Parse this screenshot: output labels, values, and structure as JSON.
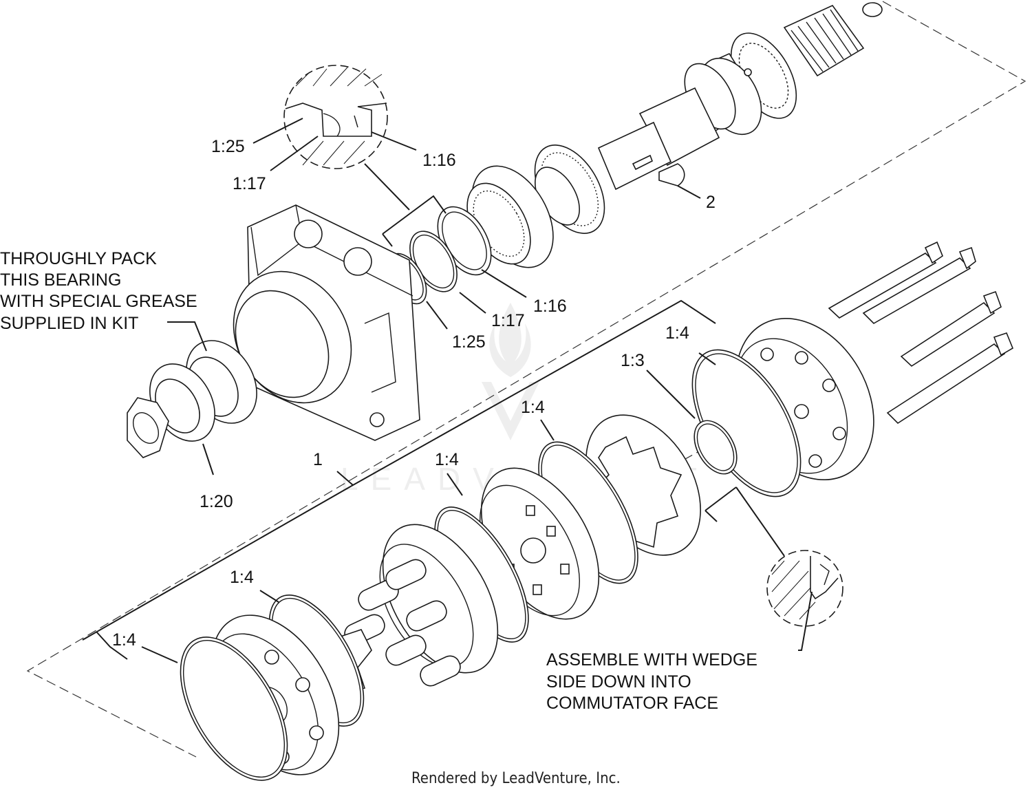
{
  "callouts": {
    "c_1_25_top": "1:25",
    "c_1_17_top": "1:17",
    "c_1_16_top": "1:16",
    "c_2": "2",
    "c_1_17_mid": "1:17",
    "c_1_16_mid": "1:16",
    "c_1_25_mid": "1:25",
    "c_1_4_a": "1:4",
    "c_1_3": "1:3",
    "c_1_4_b": "1:4",
    "c_1_4_c": "1:4",
    "c_1": "1",
    "c_1_20": "1:20",
    "c_1_4_d": "1:4",
    "c_1_4_e": "1:4"
  },
  "notes": {
    "grease": [
      "THROUGHLY PACK",
      "THIS BEARING",
      "WITH SPECIAL GREASE",
      "SUPPLIED IN KIT"
    ],
    "wedge": [
      "ASSEMBLE WITH WEDGE",
      "SIDE  DOWN INTO",
      "COMMUTATOR FACE"
    ]
  },
  "watermark": "LEADVENTURE",
  "footer": "Rendered by LeadVenture, Inc."
}
